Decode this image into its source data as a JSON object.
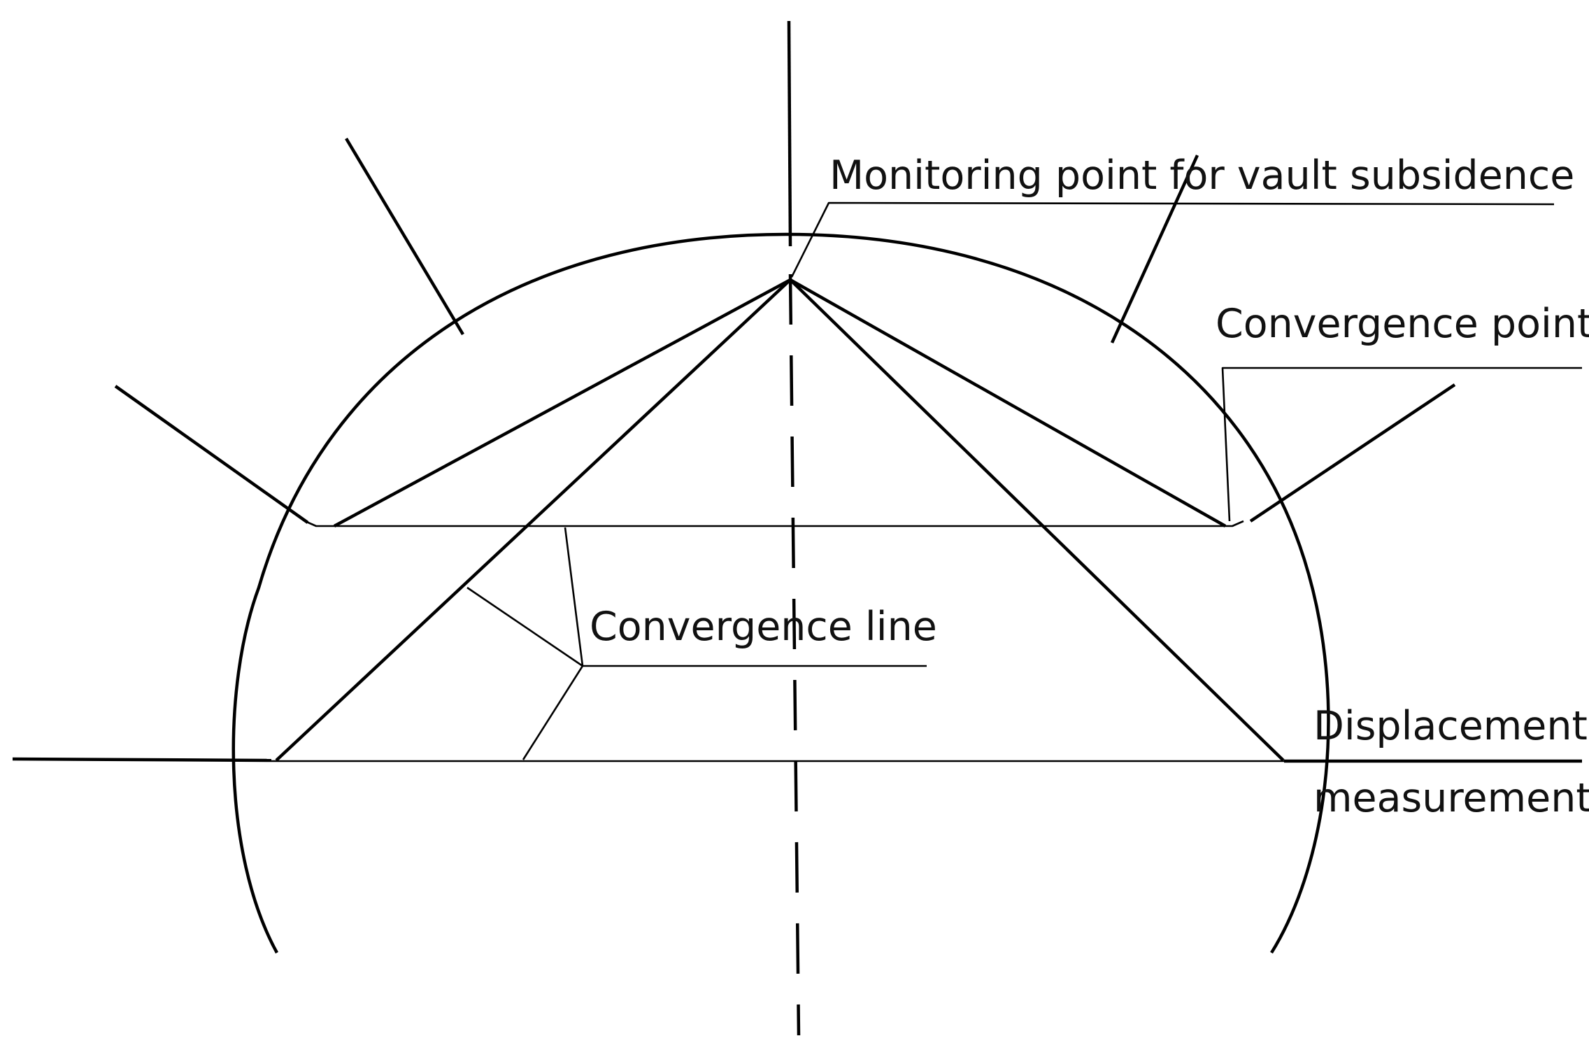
{
  "figure": {
    "background": "#ffffff",
    "line_color": "#000000",
    "text_color": "#111111"
  },
  "labels": {
    "vault_monitoring_point": "Monitoring point for vault subsidence",
    "convergence_point": "Convergence point",
    "convergence_line": "Convergence line",
    "displacement_line1": "Displacement",
    "displacement_line2": "measurement"
  }
}
